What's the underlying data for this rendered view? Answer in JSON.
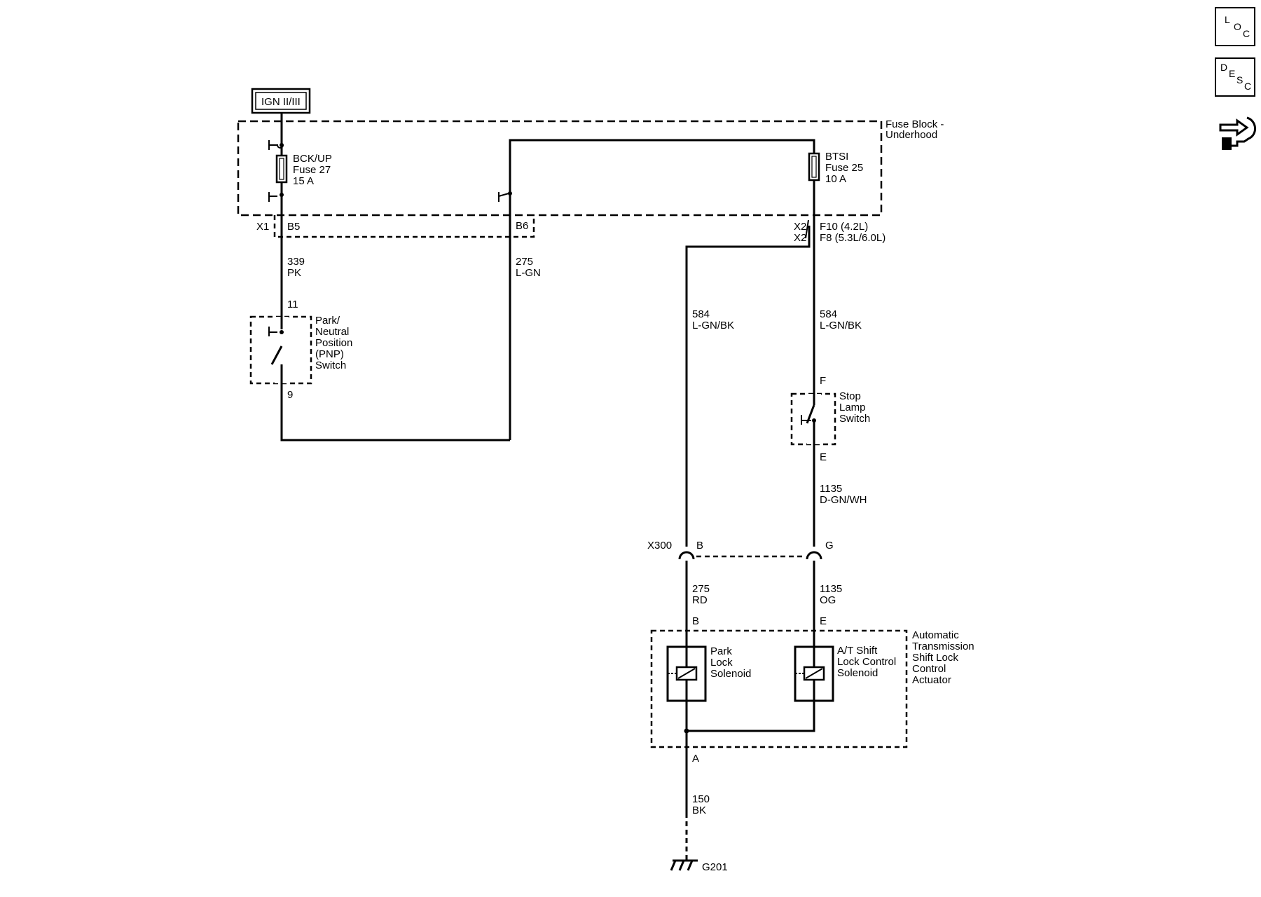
{
  "power_source": "IGN II/III",
  "fuse_block": {
    "line1": "Fuse Block -",
    "line2": "Underhood"
  },
  "fuse27": {
    "line1": "BCK/UP",
    "line2": "Fuse 27",
    "line3": "15 A"
  },
  "fuse25": {
    "line1": "BTSI",
    "line2": "Fuse 25",
    "line3": "10 A"
  },
  "connectors": {
    "x1": "X1",
    "b5": "B5",
    "b6": "B6",
    "x2a": "X2",
    "f10": "F10 (4.2L)",
    "x2b": "X2",
    "f8": "F8 (5.3L/6.0L)",
    "x300": "X300",
    "b_x300": "B",
    "g_x300": "G",
    "pin11": "11",
    "pin9": "9",
    "pin_f": "F",
    "pin_e": "E",
    "act_b": "B",
    "act_e": "E",
    "act_a": "A"
  },
  "wires": {
    "w339": {
      "num": "339",
      "color": "PK"
    },
    "w275a": {
      "num": "275",
      "color": "L-GN"
    },
    "w584a": {
      "num": "584",
      "color": "L-GN/BK"
    },
    "w584b": {
      "num": "584",
      "color": "L-GN/BK"
    },
    "w1135a": {
      "num": "1135",
      "color": "D-GN/WH"
    },
    "w275b": {
      "num": "275",
      "color": "RD"
    },
    "w1135b": {
      "num": "1135",
      "color": "OG"
    },
    "w150": {
      "num": "150",
      "color": "BK"
    }
  },
  "pnp_switch": {
    "line1": "Park/",
    "line2": "Neutral",
    "line3": "Position",
    "line4": "(PNP)",
    "line5": "Switch"
  },
  "stop_lamp": {
    "line1": "Stop",
    "line2": "Lamp",
    "line3": "Switch"
  },
  "park_lock": {
    "line1": "Park",
    "line2": "Lock",
    "line3": "Solenoid"
  },
  "at_shift": {
    "line1": "A/T Shift",
    "line2": "Lock Control",
    "line3": "Solenoid"
  },
  "actuator": {
    "line1": "Automatic",
    "line2": "Transmission",
    "line3": "Shift Lock",
    "line4": "Control",
    "line5": "Actuator"
  },
  "ground": "G201",
  "side_icons": {
    "loc": {
      "l": "L",
      "o": "O",
      "c": "C"
    },
    "desc": {
      "d": "D",
      "e": "E",
      "s": "S",
      "c": "C"
    }
  }
}
